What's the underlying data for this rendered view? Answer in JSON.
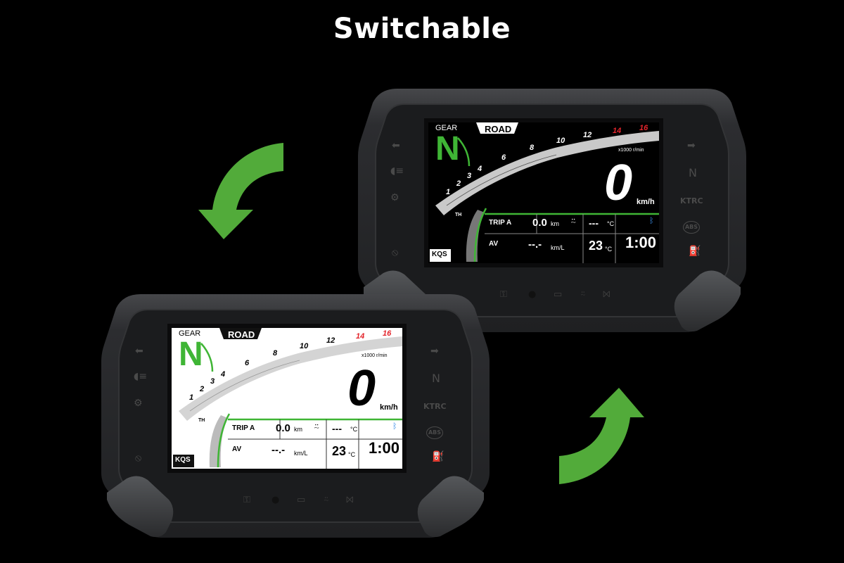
{
  "title": "Switchable",
  "colors": {
    "accent_green": "#52ab3a",
    "display_green": "#3fb535",
    "redzone": "#e3252c",
    "bezel": "#262729",
    "bezel_edge": "#3a3b3d"
  },
  "icons": {
    "arrow_top_left": "curved-arrow-down-left-icon",
    "arrow_bottom_right": "curved-arrow-up-right-icon"
  },
  "clusters": [
    {
      "theme": "dark",
      "gear_label": "GEAR",
      "gear_value": "N",
      "mode": "ROAD",
      "rpm_ticks": [
        "1",
        "2",
        "3",
        "4",
        "6",
        "8",
        "10",
        "12",
        "14",
        "16"
      ],
      "rpm_unit": "x1000 r/min",
      "speed": "0",
      "speed_unit": "km/h",
      "throttle_label": "TH",
      "qs_label": "KQS",
      "trip_label": "TRIP A",
      "trip_value": "0.0",
      "trip_unit": "km",
      "coolant_value": "---",
      "coolant_unit": "°C",
      "avg_label": "AV",
      "avg_value": "--.-",
      "avg_unit": "km/L",
      "temp_value": "23",
      "temp_unit": "°C",
      "clock": "1:00",
      "ind_right_n": "N",
      "ind_right_ktrc": "KTRC",
      "ind_right_abs": "ABS"
    },
    {
      "theme": "light",
      "gear_label": "GEAR",
      "gear_value": "N",
      "mode": "ROAD",
      "rpm_ticks": [
        "1",
        "2",
        "3",
        "4",
        "6",
        "8",
        "10",
        "12",
        "14",
        "16"
      ],
      "rpm_unit": "x1000 r/min",
      "speed": "0",
      "speed_unit": "km/h",
      "throttle_label": "TH",
      "qs_label": "KQS",
      "trip_label": "TRIP A",
      "trip_value": "0.0",
      "trip_unit": "km",
      "coolant_value": "---",
      "coolant_unit": "°C",
      "avg_label": "AV",
      "avg_value": "--.-",
      "avg_unit": "km/L",
      "temp_value": "23",
      "temp_unit": "°C",
      "clock": "1:00",
      "ind_right_n": "N",
      "ind_right_ktrc": "KTRC",
      "ind_right_abs": "ABS"
    }
  ]
}
